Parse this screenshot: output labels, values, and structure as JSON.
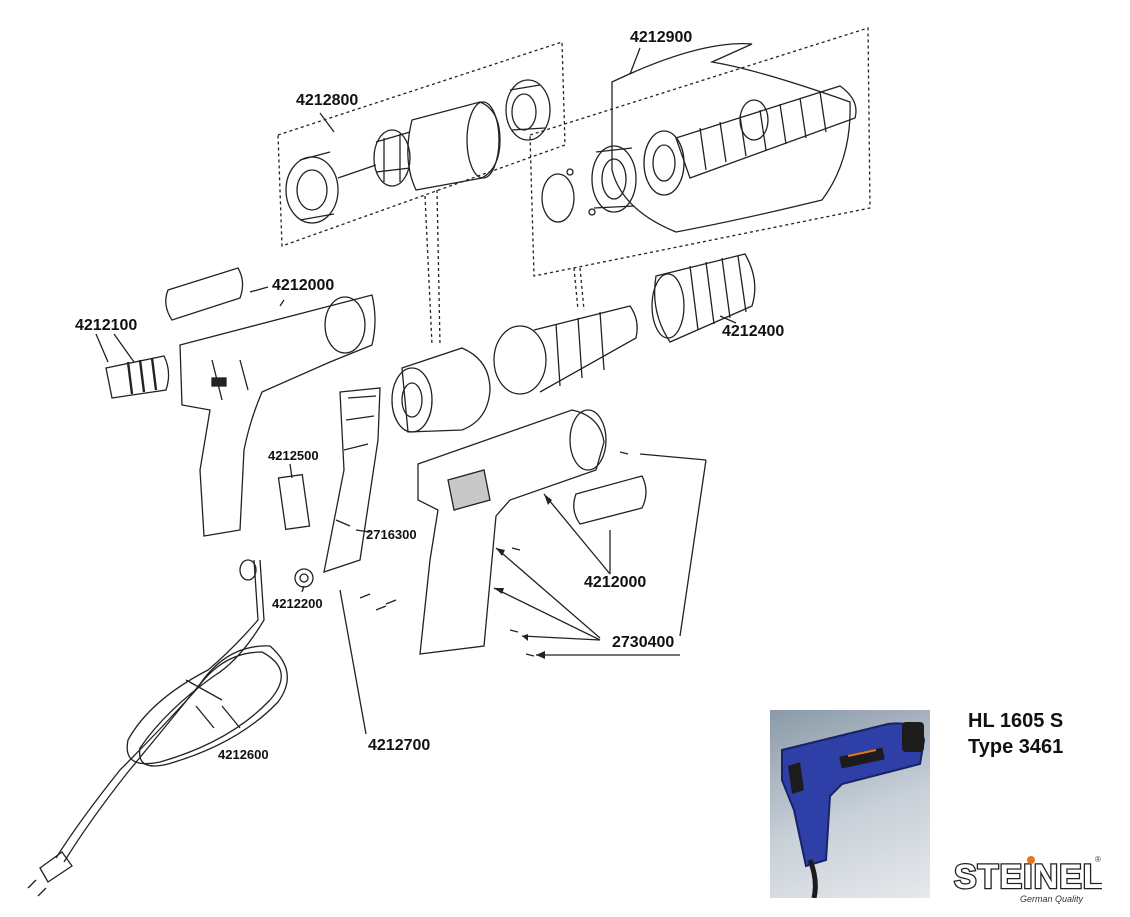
{
  "product": {
    "model": "HL 1605 S",
    "type": "Type 3461"
  },
  "brand": {
    "name": "STEINEL",
    "tagline": "German Quality",
    "registered": "®",
    "accent_color": "#e8751a"
  },
  "parts": {
    "p4212800": "4212800",
    "p4212900": "4212900",
    "p4212000_top": "4212000",
    "p4212100": "4212100",
    "p4212400": "4212400",
    "p4212500": "4212500",
    "p2716300": "2716300",
    "p4212200": "4212200",
    "p4212000_side": "4212000",
    "p2730400": "2730400",
    "p4212600": "4212600",
    "p4212700": "4212700"
  },
  "colors": {
    "line": "#222222",
    "housing_blue": "#2f3fa8"
  }
}
